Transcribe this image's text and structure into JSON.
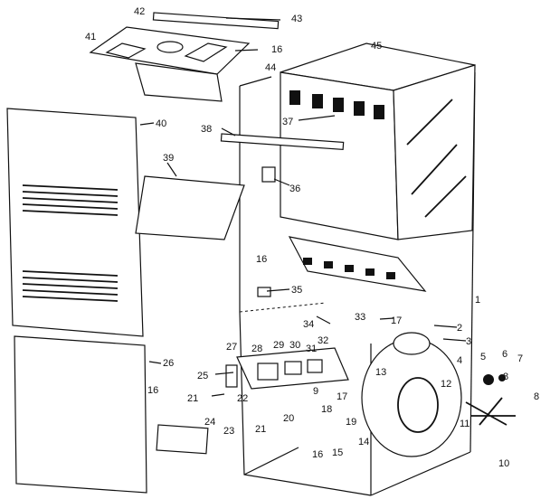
{
  "figure": {
    "kind": "exploded parts diagram",
    "part_labels": [
      "1",
      "2",
      "3",
      "4",
      "5",
      "6",
      "7",
      "8",
      "9",
      "10",
      "11",
      "12",
      "13",
      "14",
      "15",
      "16",
      "17",
      "18",
      "19",
      "20",
      "21",
      "22",
      "23",
      "24",
      "25",
      "26",
      "27",
      "28",
      "29",
      "30",
      "31",
      "32",
      "33",
      "34",
      "35",
      "36",
      "37",
      "38",
      "39",
      "40",
      "41",
      "42",
      "43",
      "44",
      "45"
    ]
  }
}
